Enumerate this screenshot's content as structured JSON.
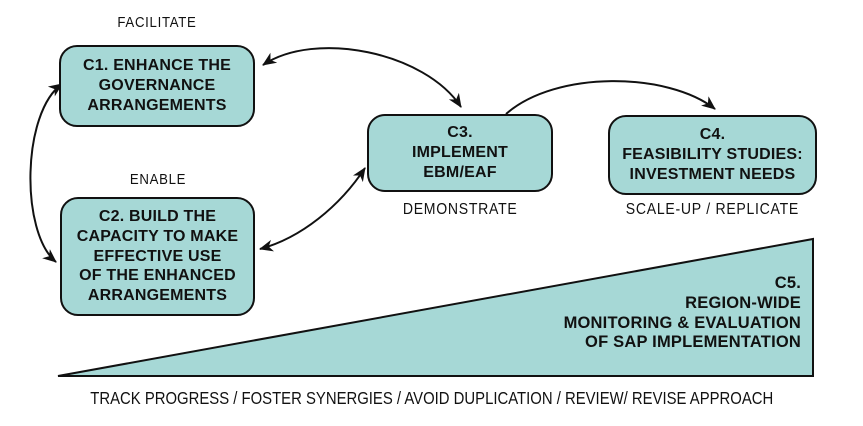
{
  "colors": {
    "shape_fill": "#a6d8d6",
    "shape_border": "#111111",
    "text": "#111111",
    "background": "#ffffff"
  },
  "boxes": {
    "c1": {
      "label": "C1. ENHANCE THE\nGOVERNANCE\nARRANGEMENTS",
      "tag": "FACILITATE"
    },
    "c2": {
      "label": "C2. BUILD THE\nCAPACITY TO MAKE\nEFFECTIVE USE\nOF THE ENHANCED\nARRANGEMENTS",
      "tag": "ENABLE"
    },
    "c3": {
      "label": "C3.\nIMPLEMENT\nEBM/EAF",
      "tag": "DEMONSTRATE"
    },
    "c4": {
      "label": "C4.\nFEASIBILITY STUDIES:\nINVESTMENT NEEDS",
      "tag": "SCALE-UP / REPLICATE"
    },
    "c5": {
      "label": "C5.\nREGION-WIDE\nMONITORING & EVALUATION\nOF SAP IMPLEMENTATION",
      "tag": "TRACK PROGRESS / FOSTER SYNERGIES / AVOID DUPLICATION / REVIEW/ REVISE APPROACH"
    }
  },
  "connections": [
    {
      "from": "C1",
      "to": "C2",
      "bidirectional": true
    },
    {
      "from": "C1",
      "to": "C3",
      "bidirectional": true
    },
    {
      "from": "C2",
      "to": "C3",
      "bidirectional": true
    },
    {
      "from": "C3",
      "to": "C4",
      "bidirectional": false
    }
  ]
}
